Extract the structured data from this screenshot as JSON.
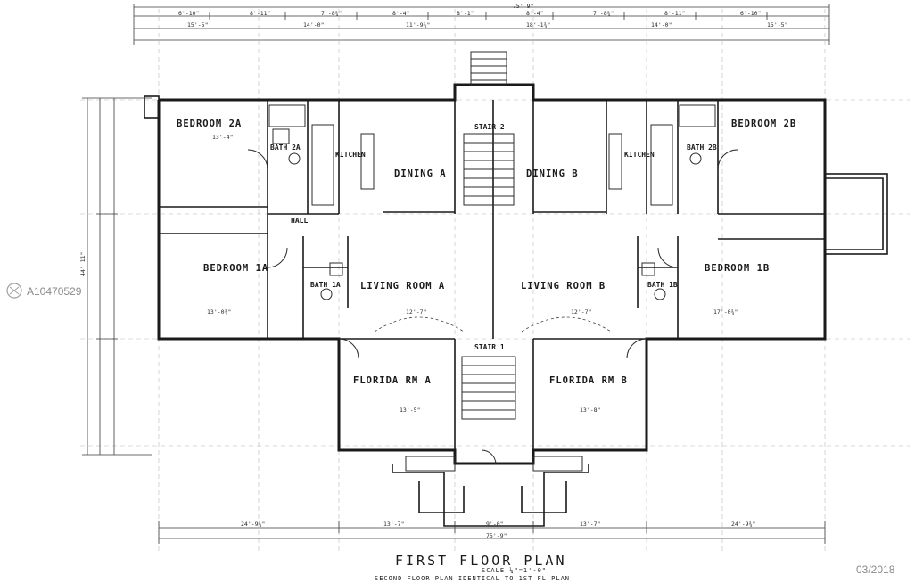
{
  "plan": {
    "title": "FIRST FLOOR PLAN",
    "scale_note": "SCALE ¼\"=1'-0\"",
    "second_floor_note": "SECOND FLOOR PLAN IDENTICAL TO 1ST FL PLAN",
    "overall_dimension": "75' 9\"",
    "left_dimension": "44' 11\"",
    "rooms": {
      "bedroom_2a": "BEDROOM 2A",
      "bedroom_2b": "BEDROOM 2B",
      "bedroom_1a": "BEDROOM 1A",
      "bedroom_1b": "BEDROOM 1B",
      "kitchen_a": "KITCHEN",
      "kitchen_b": "KITCHEN",
      "dining_a": "DINING A",
      "dining_b": "DINING B",
      "living_a": "LIVING ROOM A",
      "living_b": "LIVING ROOM B",
      "florida_a": "FLORIDA RM A",
      "florida_b": "FLORIDA RM B",
      "stair_1": "STAIR 1",
      "stair_2": "STAIR 2",
      "bath_2a": "BATH 2A",
      "bath_2b": "BATH 2B",
      "bath_1a": "BATH 1A",
      "bath_1b": "BATH 1B",
      "hall": "HALL"
    },
    "dims_top": [
      "6'-10\"",
      "8'-11\"",
      "7'-8¾\"",
      "8'-4\"",
      "8'-1\"",
      "8'-4\"",
      "7'-8¾\"",
      "8'-11\"",
      "6'-10\""
    ],
    "dims_top2": [
      "15'-5\"",
      "14'-0\"",
      "11'-9¾\"",
      "18'-1¾\"",
      "14'-0\"",
      "15'-5\""
    ],
    "dims_bottom": [
      "24'-9¾\"",
      "13'-7\"",
      "9'-0\"",
      "13'-7\"",
      "24'-9¾\""
    ],
    "bottom_total": "75'-9\"",
    "room_sizes": {
      "bed2a": "13'-4\"",
      "bed1a": "13'-0¾\"",
      "bed1b": "17'-0¾\"",
      "living_a": "12'-7\"",
      "living_b": "12'-7\"",
      "florida_a": "13'-5\"",
      "florida_b": "13'-8\""
    }
  },
  "watermark": {
    "mls_id": "A10470529",
    "date": "03/2018"
  }
}
